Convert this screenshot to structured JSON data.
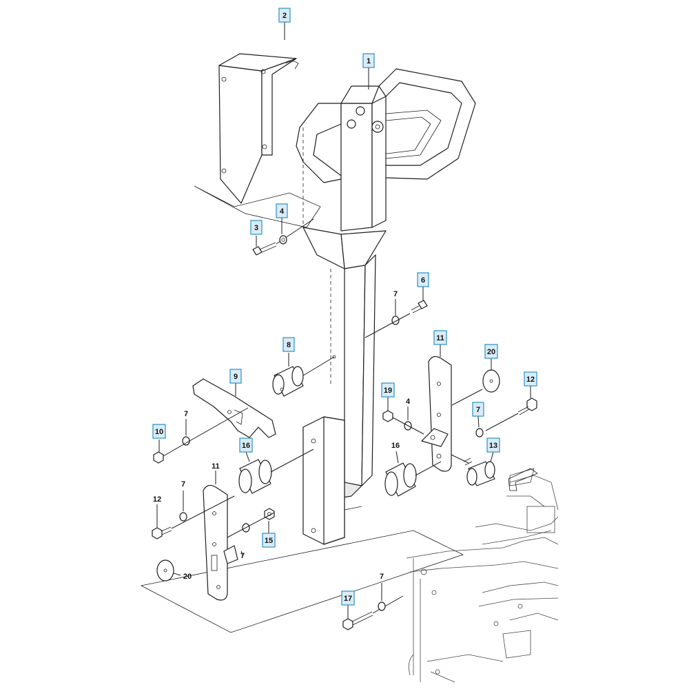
{
  "callouts": [
    {
      "id": "c1",
      "label": "1",
      "boxed": true
    },
    {
      "id": "c2",
      "label": "2",
      "boxed": true
    },
    {
      "id": "c3",
      "label": "3",
      "boxed": true
    },
    {
      "id": "c4a",
      "label": "4",
      "boxed": true
    },
    {
      "id": "c6",
      "label": "6",
      "boxed": true
    },
    {
      "id": "c7a",
      "label": "7",
      "boxed": false
    },
    {
      "id": "c8",
      "label": "8",
      "boxed": true
    },
    {
      "id": "c9",
      "label": "9",
      "boxed": true
    },
    {
      "id": "c10",
      "label": "10",
      "boxed": true
    },
    {
      "id": "c7b",
      "label": "7",
      "boxed": false
    },
    {
      "id": "c11a",
      "label": "11",
      "boxed": true
    },
    {
      "id": "c20a",
      "label": "20",
      "boxed": true
    },
    {
      "id": "c12a",
      "label": "12",
      "boxed": true
    },
    {
      "id": "c19",
      "label": "19",
      "boxed": true
    },
    {
      "id": "c4b",
      "label": "4",
      "boxed": false
    },
    {
      "id": "c7c",
      "label": "7",
      "boxed": true
    },
    {
      "id": "c16a",
      "label": "16",
      "boxed": true
    },
    {
      "id": "c16b",
      "label": "16",
      "boxed": false
    },
    {
      "id": "c13",
      "label": "13",
      "boxed": true
    },
    {
      "id": "c11b",
      "label": "11",
      "boxed": false
    },
    {
      "id": "c12b",
      "label": "12",
      "boxed": false
    },
    {
      "id": "c7d",
      "label": "7",
      "boxed": false
    },
    {
      "id": "c15",
      "label": "15",
      "boxed": true
    },
    {
      "id": "c7e",
      "label": "7",
      "boxed": false
    },
    {
      "id": "c20b",
      "label": "20",
      "boxed": false
    },
    {
      "id": "c7f",
      "label": "7",
      "boxed": false
    },
    {
      "id": "c17",
      "label": "17",
      "boxed": true
    }
  ]
}
